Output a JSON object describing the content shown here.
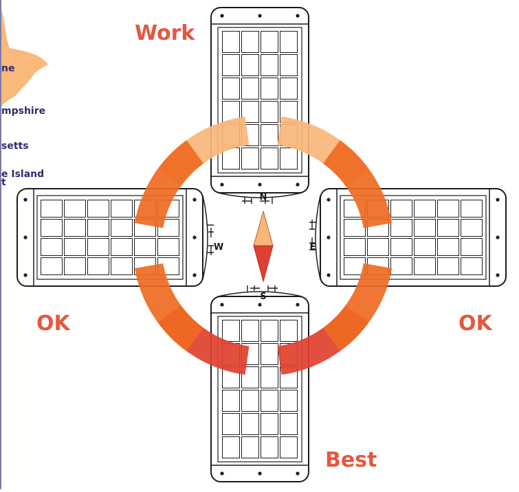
{
  "map_states": [
    "ne",
    "mpshire",
    "setts",
    "e Island",
    "t"
  ],
  "ratings": {
    "north": "Work",
    "south": "Best",
    "west": "OK",
    "east": "OK"
  },
  "compass": {
    "north": "N",
    "south": "S",
    "west": "W",
    "east": "E"
  },
  "colors": {
    "work_arc": "#f8b67a",
    "ok_arc": "#ef6a22",
    "best_arc": "#e0402f",
    "work_label": "#e4583f",
    "ok_label": "#e4583f",
    "best_label": "#e4583f",
    "map_fill": "#f9b97b",
    "state_text": "#2d2a6e",
    "left_edge": "#7b7ba6"
  },
  "panel": {
    "cell_columns": 4,
    "cell_rows": 6
  }
}
